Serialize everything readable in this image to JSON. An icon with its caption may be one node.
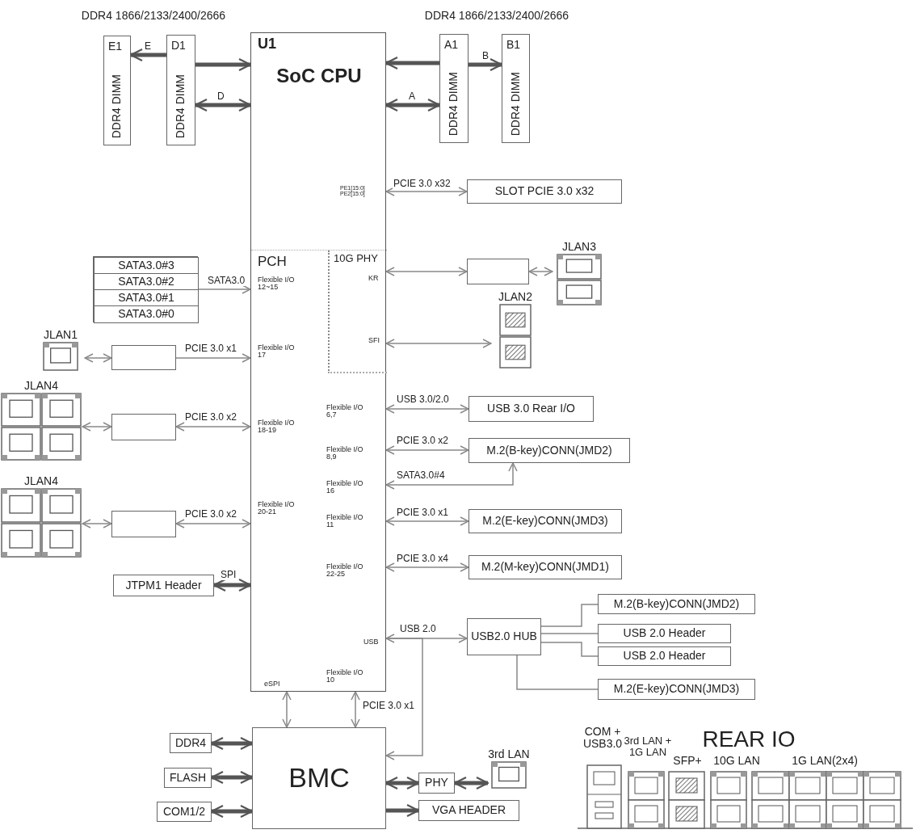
{
  "diagram": {
    "nodes": [
      {
        "text": [
          "U1",
          "SoC CPU",
          "PE1[15:0] PE2[15:0]"
        ]
      },
      {
        "text": [
          "PCH",
          "Flexible I/O 12~15",
          "Flexible I/O 17",
          "Flexible I/O 6,7",
          "Flexible I/O 18-19",
          "Flexible I/O 8,9",
          "Flexible I/O 16",
          "Flexible I/O 20-21",
          "Flexible I/O 11",
          "Flexible I/O 22-25",
          "USB",
          "Flexible I/O 10",
          "eSPI"
        ],
        "in": 0
      },
      {
        "text": [
          "10G PHY",
          "KR",
          "SFI"
        ],
        "in": 1
      },
      {
        "text": [
          "E1",
          "DDR4 DIMM"
        ]
      },
      {
        "text": [
          "D1",
          "DDR4 DIMM"
        ]
      },
      {
        "text": [
          "A1",
          "DDR4 DIMM"
        ]
      },
      {
        "text": [
          "B1",
          "DDR4 DIMM"
        ]
      },
      {
        "text": [
          "SLOT PCIE 3.0 x32"
        ]
      },
      {
        "text": [],
        "shape": "box"
      },
      {
        "text": [
          "JLAN3"
        ]
      },
      {
        "text": [
          "JLAN2"
        ]
      },
      {
        "text": [],
        "shape": "box"
      },
      {
        "text": [
          "SATA3.0#3"
        ],
        "in": 11
      },
      {
        "text": [
          "SATA3.0#2"
        ],
        "in": 11
      },
      {
        "text": [
          "SATA3.0#1"
        ],
        "in": 11
      },
      {
        "text": [
          "SATA3.0#0"
        ],
        "in": 11
      },
      {
        "text": [
          "JLAN1"
        ]
      },
      {
        "text": [],
        "shape": "box"
      },
      {
        "text": [
          "JLAN4"
        ]
      },
      {
        "text": [],
        "shape": "box"
      },
      {
        "text": [
          "JLAN4"
        ]
      },
      {
        "text": [],
        "shape": "box"
      },
      {
        "text": [
          "JTPM1 Header"
        ]
      },
      {
        "text": [
          "USB 3.0 Rear I/O"
        ]
      },
      {
        "text": [
          "M.2(B-key)CONN(JMD2)"
        ]
      },
      {
        "text": [
          "M.2(E-key)CONN(JMD3)"
        ]
      },
      {
        "text": [
          "M.2(M-key)CONN(JMD1)"
        ]
      },
      {
        "text": [
          "USB2.0 HUB"
        ]
      },
      {
        "text": [
          "M.2(B-key)CONN(JMD2)"
        ]
      },
      {
        "text": [
          "USB 2.0 Header"
        ]
      },
      {
        "text": [
          "USB 2.0 Header"
        ]
      },
      {
        "text": [
          "M.2(E-key)CONN(JMD3)"
        ]
      },
      {
        "text": [
          "BMC"
        ]
      },
      {
        "text": [
          "DDR4"
        ]
      },
      {
        "text": [
          "FLASH"
        ]
      },
      {
        "text": [
          "COM1/2"
        ]
      },
      {
        "text": [
          "PHY"
        ]
      },
      {
        "text": [
          "3rd LAN"
        ]
      },
      {
        "text": [
          "VGA HEADER"
        ]
      }
    ],
    "edges": [
      {
        "from": 4,
        "to": 0,
        "arrow": "to",
        "style": "thick"
      },
      {
        "from": 4,
        "to": 0,
        "arrow": "both",
        "style": "thick",
        "label": "D"
      },
      {
        "from": 4,
        "to": 3,
        "arrow": "to",
        "style": "thick",
        "label": "E"
      },
      {
        "from": 5,
        "to": 0,
        "arrow": "to",
        "style": "thick"
      },
      {
        "from": 0,
        "to": 5,
        "arrow": "both",
        "style": "thick",
        "label": "A"
      },
      {
        "from": 5,
        "to": 6,
        "arrow": "to",
        "style": "thick",
        "label": "B"
      },
      {
        "from": 0,
        "to": 7,
        "arrow": "both",
        "label": "PCIE 3.0 x32"
      },
      {
        "from": 2,
        "to": 8,
        "arrow": "both"
      },
      {
        "from": 8,
        "to": 9,
        "arrow": "both"
      },
      {
        "from": 2,
        "to": 10,
        "arrow": "both"
      },
      {
        "from": 11,
        "to": 1,
        "arrow": "to",
        "label": "SATA3.0"
      },
      {
        "from": 16,
        "to": 17,
        "arrow": "both"
      },
      {
        "from": 17,
        "to": 1,
        "arrow": "to",
        "label": "PCIE 3.0 x1"
      },
      {
        "from": 18,
        "to": 19,
        "arrow": "both"
      },
      {
        "from": 19,
        "to": 1,
        "arrow": "both",
        "label": "PCIE 3.0 x2"
      },
      {
        "from": 20,
        "to": 21,
        "arrow": "both"
      },
      {
        "from": 21,
        "to": 1,
        "arrow": "both",
        "label": "PCIE 3.0 x2"
      },
      {
        "from": 22,
        "to": 1,
        "arrow": "both",
        "style": "thick",
        "label": "SPI"
      },
      {
        "from": 1,
        "to": 23,
        "arrow": "both",
        "label": "USB 3.0/2.0"
      },
      {
        "from": 1,
        "to": 24,
        "arrow": "both",
        "label": "PCIE 3.0 x2"
      },
      {
        "from": 1,
        "to": 24,
        "arrow": "both",
        "label": "SATA3.0#4"
      },
      {
        "from": 1,
        "to": 25,
        "arrow": "both",
        "label": "PCIE 3.0 x1"
      },
      {
        "from": 1,
        "to": 26,
        "arrow": "both",
        "label": "PCIE 3.0 x4"
      },
      {
        "from": 1,
        "to": 27,
        "arrow": "both",
        "label": "USB 2.0"
      },
      {
        "from": 27,
        "to": 28,
        "arrow": "none"
      },
      {
        "from": 27,
        "to": 29,
        "arrow": "none"
      },
      {
        "from": 27,
        "to": 30,
        "arrow": "none"
      },
      {
        "from": 27,
        "to": 31,
        "arrow": "none"
      },
      {
        "from": 1,
        "to": 32,
        "arrow": "both"
      },
      {
        "from": 1,
        "to": 32,
        "arrow": "both",
        "label": "PCIE 3.0 x1"
      },
      {
        "from": 1,
        "to": 32,
        "arrow": "to"
      },
      {
        "from": 33,
        "to": 32,
        "arrow": "both",
        "style": "thick"
      },
      {
        "from": 34,
        "to": 32,
        "arrow": "both",
        "style": "thick"
      },
      {
        "from": 35,
        "to": 32,
        "arrow": "both",
        "style": "thick"
      },
      {
        "from": 32,
        "to": 36,
        "arrow": "both",
        "style": "thick"
      },
      {
        "from": 36,
        "to": 37,
        "arrow": "both",
        "style": "thick"
      },
      {
        "from": 32,
        "to": 38,
        "arrow": "to",
        "style": "thick"
      }
    ],
    "labels": [
      "DDR4 1866/2133/2400/2666",
      "DDR4 1866/2133/2400/2666",
      "REAR IO",
      "COM + USB3.0",
      "3rd LAN + 1G LAN",
      "SFP+",
      "10G LAN",
      "1G LAN(2x4)"
    ]
  }
}
